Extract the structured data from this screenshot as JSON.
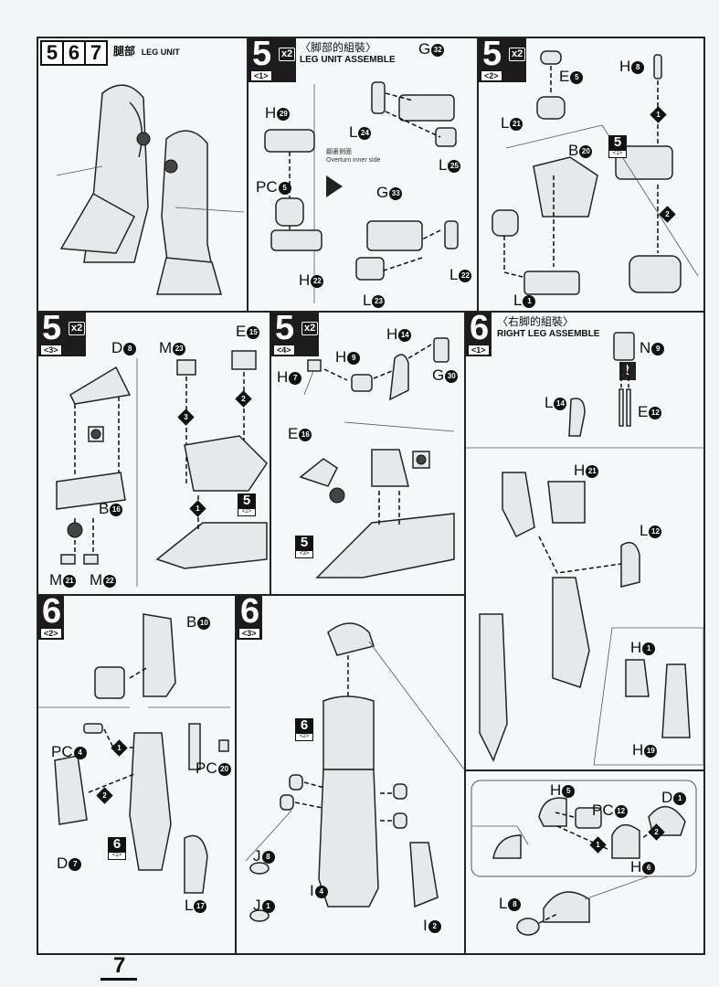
{
  "page_number": "7",
  "p1": {
    "digits": [
      "5",
      "6",
      "7"
    ],
    "title_cn": "腿部",
    "title_en": "LEG UNIT"
  },
  "p2": {
    "step": "5",
    "sub": "<1>",
    "mult": "x2",
    "title_cn": "〈脚部的組裝〉",
    "title_en": "LEG UNIT ASSEMBLE",
    "note_cn": "翻裏側面",
    "note_en": "Overturn inner side",
    "labels": [
      {
        "l": "G",
        "n": "32"
      },
      {
        "l": "H",
        "n": "29"
      },
      {
        "l": "L",
        "n": "24"
      },
      {
        "l": "L",
        "n": "25"
      },
      {
        "l": "PC",
        "n": "5"
      },
      {
        "l": "G",
        "n": "33"
      },
      {
        "l": "L",
        "n": "22"
      },
      {
        "l": "H",
        "n": "22"
      },
      {
        "l": "L",
        "n": "23"
      }
    ]
  },
  "p3": {
    "step": "5",
    "sub": "<2>",
    "mult": "x2",
    "labels": [
      {
        "l": "E",
        "n": "5"
      },
      {
        "l": "H",
        "n": "8"
      },
      {
        "l": "L",
        "n": "21"
      },
      {
        "l": "B",
        "n": "20"
      },
      {
        "l": "L",
        "n": "1"
      }
    ],
    "ref": {
      "n": "5",
      "s": "<1>"
    },
    "order": [
      "1",
      "2"
    ]
  },
  "p4": {
    "step": "5",
    "sub": "<3>",
    "mult": "x2",
    "labels": [
      {
        "l": "D",
        "n": "8"
      },
      {
        "l": "M",
        "n": "23"
      },
      {
        "l": "E",
        "n": "15"
      },
      {
        "l": "B",
        "n": "16"
      },
      {
        "l": "M",
        "n": "21"
      },
      {
        "l": "M",
        "n": "22"
      }
    ],
    "ref": {
      "n": "5",
      "s": "<2>"
    },
    "order": [
      "1",
      "2",
      "3"
    ]
  },
  "p5": {
    "step": "5",
    "sub": "<4>",
    "mult": "x2",
    "labels": [
      {
        "l": "H",
        "n": "14"
      },
      {
        "l": "H",
        "n": "9"
      },
      {
        "l": "H",
        "n": "7"
      },
      {
        "l": "G",
        "n": "30"
      },
      {
        "l": "E",
        "n": "16"
      }
    ],
    "ref": {
      "n": "5",
      "s": "<3>"
    }
  },
  "p6": {
    "step": "6",
    "sub": "<1>",
    "title_cn": "〈右脚的組裝〉",
    "title_en": "RIGHT LEG ASSEMBLE",
    "caution": "!",
    "labels": [
      {
        "l": "N",
        "n": "9"
      },
      {
        "l": "L",
        "n": "14"
      },
      {
        "l": "E",
        "n": "12"
      },
      {
        "l": "H",
        "n": "21"
      },
      {
        "l": "L",
        "n": "12"
      },
      {
        "l": "H",
        "n": "1"
      },
      {
        "l": "H",
        "n": "19"
      }
    ]
  },
  "p7": {
    "step": "6",
    "sub": "<2>",
    "labels": [
      {
        "l": "B",
        "n": "10"
      },
      {
        "l": "PC",
        "n": "4"
      },
      {
        "l": "PC",
        "n": "20"
      },
      {
        "l": "D",
        "n": "7"
      },
      {
        "l": "L",
        "n": "17"
      }
    ],
    "ref": {
      "n": "6",
      "s": "<1>"
    },
    "order": [
      "1",
      "2"
    ]
  },
  "p8": {
    "step": "6",
    "sub": "<3>",
    "labels": [
      {
        "l": "J",
        "n": "8"
      },
      {
        "l": "J",
        "n": "1"
      },
      {
        "l": "I",
        "n": "4"
      },
      {
        "l": "I",
        "n": "2"
      },
      {
        "l": "H",
        "n": "5"
      },
      {
        "l": "PC",
        "n": "12"
      },
      {
        "l": "D",
        "n": "1"
      },
      {
        "l": "H",
        "n": "6"
      },
      {
        "l": "L",
        "n": "8"
      }
    ],
    "ref": {
      "n": "6",
      "s": "<2>"
    },
    "order": [
      "1",
      "2"
    ]
  }
}
